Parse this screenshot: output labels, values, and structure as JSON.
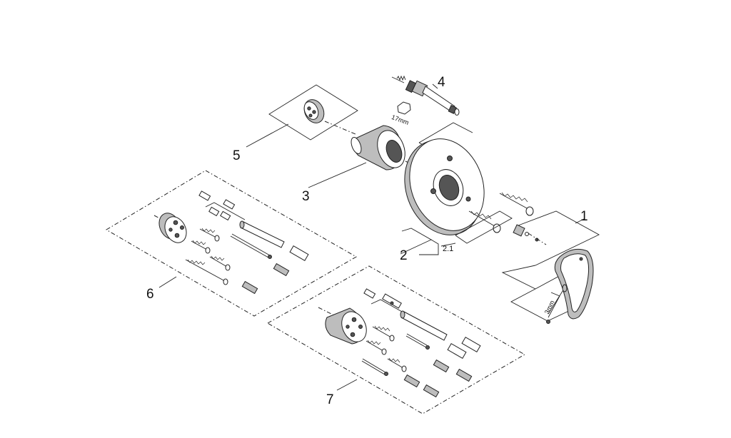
{
  "diagram": {
    "part_labels": {
      "p1": "1",
      "p2": "2",
      "p2_1": "2.1",
      "p3": "3",
      "p4": "4",
      "p5": "5",
      "p6": "6",
      "p7": "7"
    },
    "annotations": {
      "wrench_size": "17mm",
      "allen_key_size": "3mm"
    },
    "colors": {
      "line": "#222222",
      "shade": "#bdbdbd",
      "dark_fill": "#555555",
      "background": "#ffffff"
    }
  }
}
